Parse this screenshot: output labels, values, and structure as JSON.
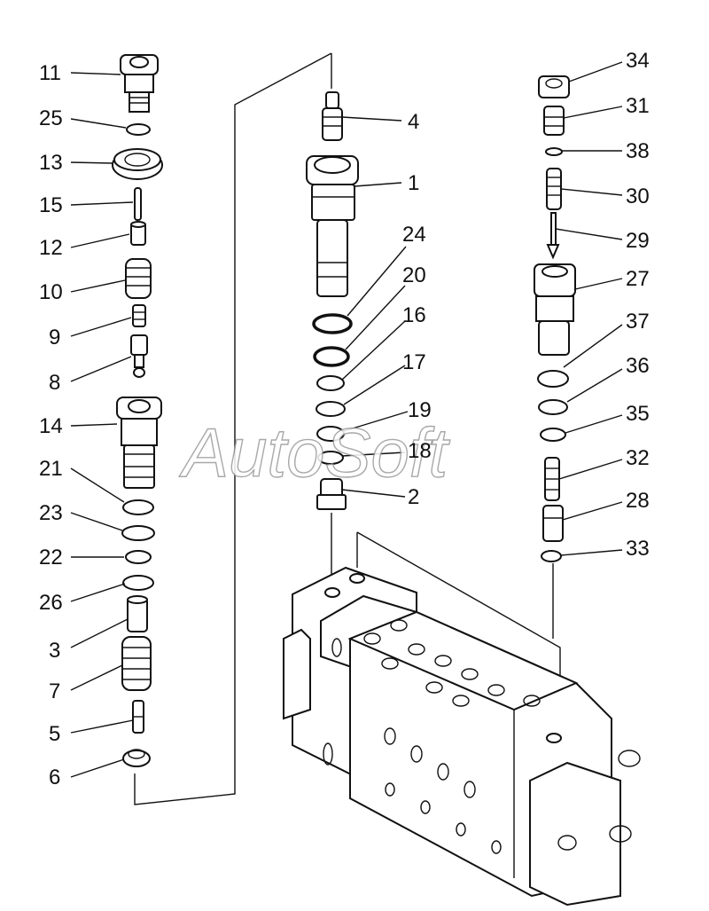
{
  "watermark": "AutoSoft",
  "labels": {
    "p1": "1",
    "p2": "2",
    "p3": "3",
    "p4": "4",
    "p5": "5",
    "p6": "6",
    "p7": "7",
    "p8": "8",
    "p9": "9",
    "p10": "10",
    "p11": "11",
    "p12": "12",
    "p13": "13",
    "p14": "14",
    "p15": "15",
    "p16": "16",
    "p17": "17",
    "p18": "18",
    "p19": "19",
    "p20": "20",
    "p21": "21",
    "p22": "22",
    "p23": "23",
    "p24": "24",
    "p25": "25",
    "p26": "26",
    "p27": "27",
    "p28": "28",
    "p29": "29",
    "p30": "30",
    "p31": "31",
    "p32": "32",
    "p33": "33",
    "p34": "34",
    "p35": "35",
    "p36": "36",
    "p37": "37",
    "p38": "38"
  }
}
